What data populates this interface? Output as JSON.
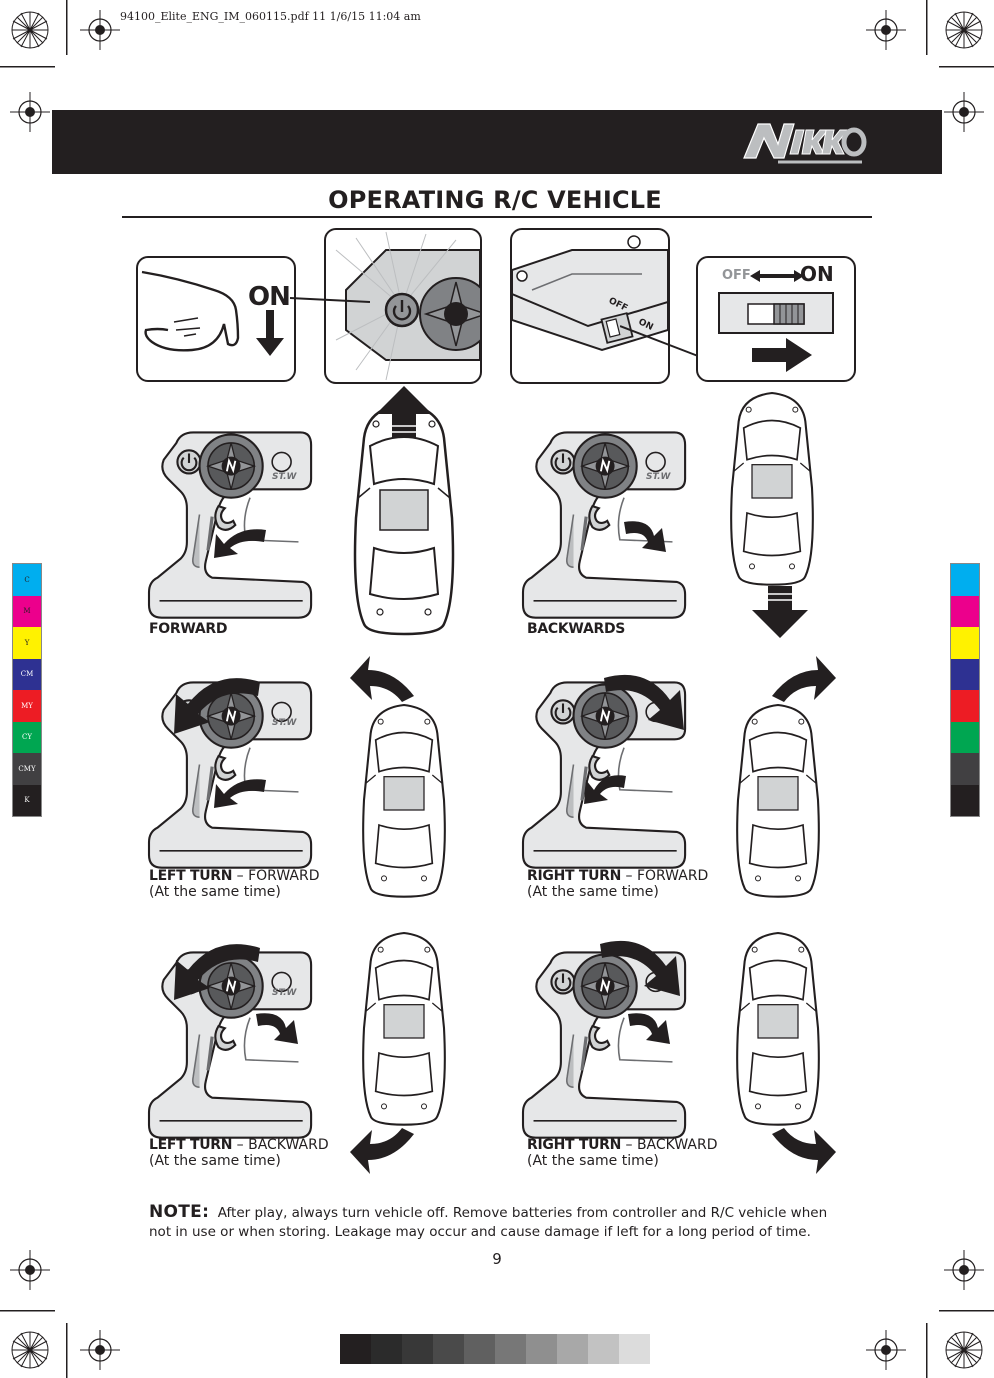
{
  "slug": "94100_Elite_ENG_IM_060115.pdf   11   1/6/15   11:04 am",
  "page_title": "OPERATING R/C VEHICLE",
  "top_row": {
    "press_label": "ON",
    "switch_off": "OFF",
    "switch_on": "ON",
    "chassis_off": "OFF",
    "chassis_on": "ON"
  },
  "controller_badge": "ST.W",
  "captions": {
    "forward": "FORWARD",
    "backwards": "BACKWARDS",
    "left_fwd_bold": "LEFT TURN",
    "left_fwd_rest": " – FORWARD",
    "right_fwd_bold": "RIGHT TURN",
    "right_fwd_rest": " – FORWARD",
    "left_back_bold": "LEFT TURN",
    "left_back_rest": " – BACKWARD",
    "right_back_bold": "RIGHT TURN",
    "right_back_rest": " – BACKWARD",
    "same_time": "(At the same time)"
  },
  "note": {
    "label": "NOTE:",
    "text": "After play, always turn vehicle off.  Remove batteries from controller and R/C vehicle when not in use or when storing.  Leakage may occur and cause damage if left for a long period of time."
  },
  "page_number": "9",
  "color_bar": {
    "labels": [
      "C",
      "M",
      "Y",
      "CM",
      "MY",
      "CY",
      "CMY",
      "K"
    ],
    "colors": [
      "#00aeef",
      "#ec008c",
      "#fff200",
      "#2e3192",
      "#ed1c24",
      "#00a651",
      "#414042",
      "#231f20"
    ]
  },
  "gray_strip": [
    "#231f20",
    "#2b2b2b",
    "#383838",
    "#4a4a4a",
    "#606060",
    "#777777",
    "#8f8f8f",
    "#a8a8a8",
    "#c2c2c2",
    "#dcdcdc"
  ],
  "colors": {
    "dark": "#231f20",
    "gray": "#6d6e71",
    "light": "#d1d3d4"
  }
}
